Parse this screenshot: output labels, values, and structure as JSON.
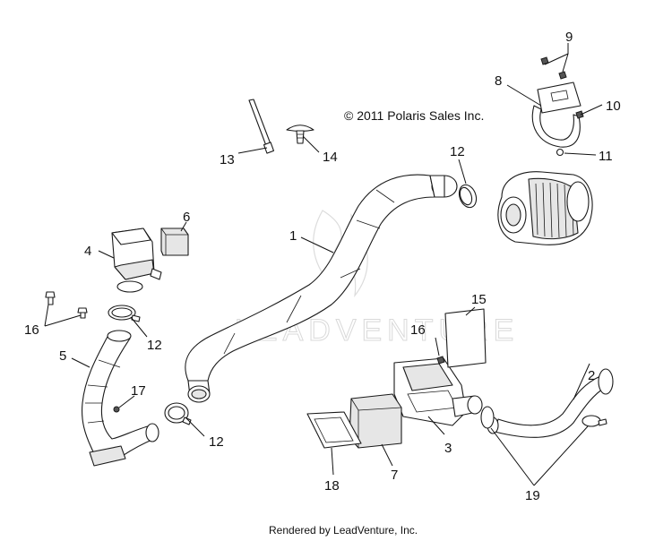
{
  "copyright": "© 2011 Polaris Sales Inc.",
  "watermark": "LEADVENTURE",
  "footer": "Rendered by LeadVenture, Inc.",
  "callouts": {
    "c1": "1",
    "c2": "2",
    "c3": "3",
    "c4": "4",
    "c5": "5",
    "c6": "6",
    "c7": "7",
    "c8": "8",
    "c9": "9",
    "c10": "10",
    "c11": "11",
    "c12a": "12",
    "c12b": "12",
    "c12c": "12",
    "c13": "13",
    "c14": "14",
    "c15": "15",
    "c16a": "16",
    "c16b": "16",
    "c17": "17",
    "c18": "18",
    "c19": "19"
  }
}
